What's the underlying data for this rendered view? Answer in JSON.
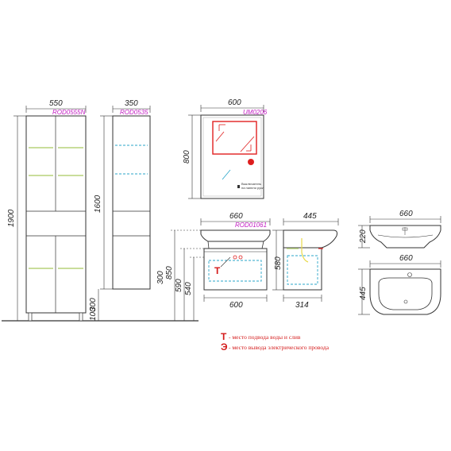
{
  "tall_cabinet": {
    "code": "ROD0555N",
    "width": "550",
    "height": "1900"
  },
  "narrow_cabinet": {
    "code": "ROD0535",
    "width": "350",
    "height": "1600",
    "depth": "300"
  },
  "mirror": {
    "code": "UM0206",
    "width": "600",
    "height": "800",
    "note_line1": "Выключатель",
    "note_line2": "на панели руки"
  },
  "vanity": {
    "code": "ROD01061",
    "width_top": "660",
    "width_bottom": "600",
    "h850": "850",
    "h590": "590",
    "h540": "540",
    "h300": "300",
    "h100": "100"
  },
  "vanity_side": {
    "depth_top": "445",
    "height": "580",
    "depth_bottom": "314"
  },
  "basin_side": {
    "width": "660",
    "height": "220"
  },
  "basin_top": {
    "width": "660",
    "depth": "445"
  },
  "legend": {
    "t_mark": "Т",
    "t_text": "- место подвода воды и слив",
    "e_mark": "Э",
    "e_text": "- место вывода электрического провода"
  },
  "colors": {
    "line": "#333333",
    "mirror_red": "#e02020",
    "shelf_green": "#b7d27a",
    "dash_cyan": "#2aa6c9",
    "code_magenta": "#c21cc2"
  }
}
